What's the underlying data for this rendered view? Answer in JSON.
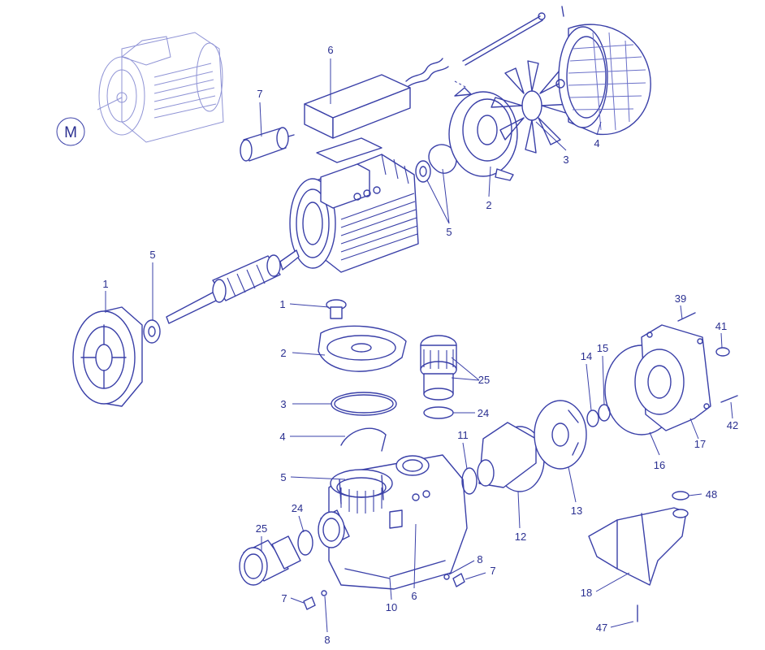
{
  "colors": {
    "ink": "#3a40a8",
    "text": "#2a2f90",
    "background": "#ffffff"
  },
  "motor_marker": "M",
  "labels": {
    "motor_1": "1",
    "motor_2": "2",
    "motor_3": "3",
    "motor_4": "4",
    "motor_5a": "5",
    "motor_5b": "5",
    "motor_6": "6",
    "motor_7": "7",
    "pump_1": "1",
    "pump_2": "2",
    "pump_3": "3",
    "pump_4": "4",
    "pump_5": "5",
    "pump_7a": "7",
    "pump_7b": "7",
    "pump_8a": "8",
    "pump_8b": "8",
    "pump_10": "10",
    "pump_6": "6",
    "pump_11": "11",
    "pump_12": "12",
    "pump_13": "13",
    "pump_14": "14",
    "pump_15": "15",
    "pump_16": "16",
    "pump_17": "17",
    "pump_18": "18",
    "pump_24a": "24",
    "pump_24b": "24",
    "pump_25a": "25",
    "pump_25b": "25",
    "pump_39": "39",
    "pump_41": "41",
    "pump_42": "42",
    "pump_47": "47",
    "pump_48": "48"
  }
}
